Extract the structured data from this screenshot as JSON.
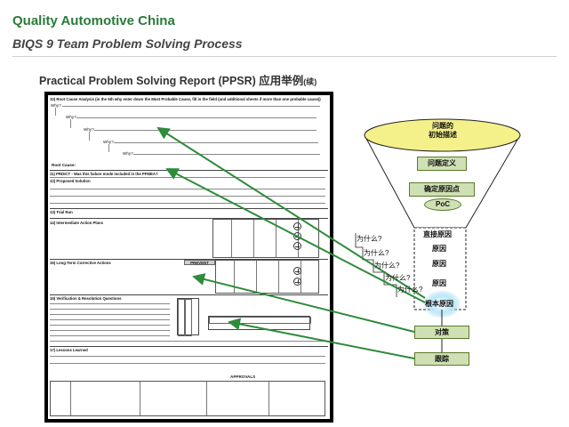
{
  "header": {
    "brand": "Quality Automotive China",
    "subtitle": "BIQS 9 Team Problem Solving Process"
  },
  "report": {
    "title": "Practical Problem Solving Report (PPSR) 应用举例",
    "cont": "(续)"
  },
  "form": {
    "root_cause_heading": "10) Root Cause Analysis (in the 5th why enter down the Most Probable Cause, fill in the field (and additional sheets if more than one probable cause))",
    "whys": [
      "Why?",
      "Why?",
      "Why?",
      "Why?",
      "Why?"
    ],
    "root_cause_label": "Root Cause:",
    "prdict_label": "11) PRDICT - Was this failure mode included in the PFMEA?",
    "proposed_label": "12) Proposed Solution",
    "trial_label": "13) Trial Run",
    "intermediate_label": "14) Intermediate Action Plans",
    "long_term_label": "15) Long-Term Corrective Actions",
    "prevent_label": "PREVENT",
    "verification_label": "16) Verification & Resolution Questions",
    "lessons_label": "17) Lessons Learned",
    "approvals_label": "APPROVALS"
  },
  "funnel": {
    "top": "问题的\n初始描述",
    "define": "问题定义",
    "locate": "确定原因点",
    "poc": "PoC",
    "direct_cause": "直接原因",
    "causes": [
      "原因",
      "原因",
      "原因"
    ],
    "root_cause": "根本原因",
    "countermeasure": "对策",
    "followup": "跟踪",
    "why_questions": [
      "为什么?",
      "为什么?",
      "为什么?",
      "为什么?",
      "为什么?"
    ]
  },
  "colors": {
    "brand_green": "#2a7a3a",
    "arrow_green": "#2e8b3a",
    "funnel_top": "#f4f08a",
    "box_fill": "#cfe0b4",
    "root_glow": "#7fd0f0"
  }
}
